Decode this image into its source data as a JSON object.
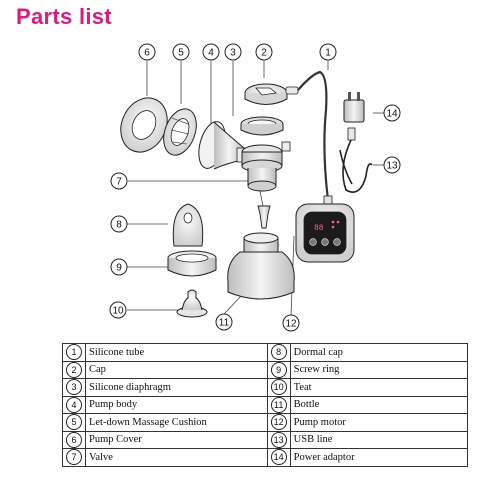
{
  "title": "Parts list",
  "callouts": [
    "1",
    "2",
    "3",
    "4",
    "5",
    "6",
    "7",
    "8",
    "9",
    "10",
    "11",
    "12",
    "13",
    "14"
  ],
  "display": {
    "digits": "88"
  },
  "parts": [
    {
      "num": "1",
      "name": "Silicone tube"
    },
    {
      "num": "2",
      "name": "Cap"
    },
    {
      "num": "3",
      "name": "Silicone diaphragm"
    },
    {
      "num": "4",
      "name": "Pump body"
    },
    {
      "num": "5",
      "name": "Let-down Massage Cushion"
    },
    {
      "num": "6",
      "name": "Pump Cover"
    },
    {
      "num": "7",
      "name": "Valve"
    },
    {
      "num": "8",
      "name": "Dormal cap"
    },
    {
      "num": "9",
      "name": "Screw ring"
    },
    {
      "num": "10",
      "name": "Teat"
    },
    {
      "num": "11",
      "name": "Bottle"
    },
    {
      "num": "12",
      "name": "Pump motor"
    },
    {
      "num": "13",
      "name": "USB line"
    },
    {
      "num": "14",
      "name": "Power adaptor"
    }
  ],
  "colors": {
    "title": "#e0197e",
    "line": "#222222",
    "fill": "#e6e6e6",
    "screen": "#1b1b1b"
  }
}
